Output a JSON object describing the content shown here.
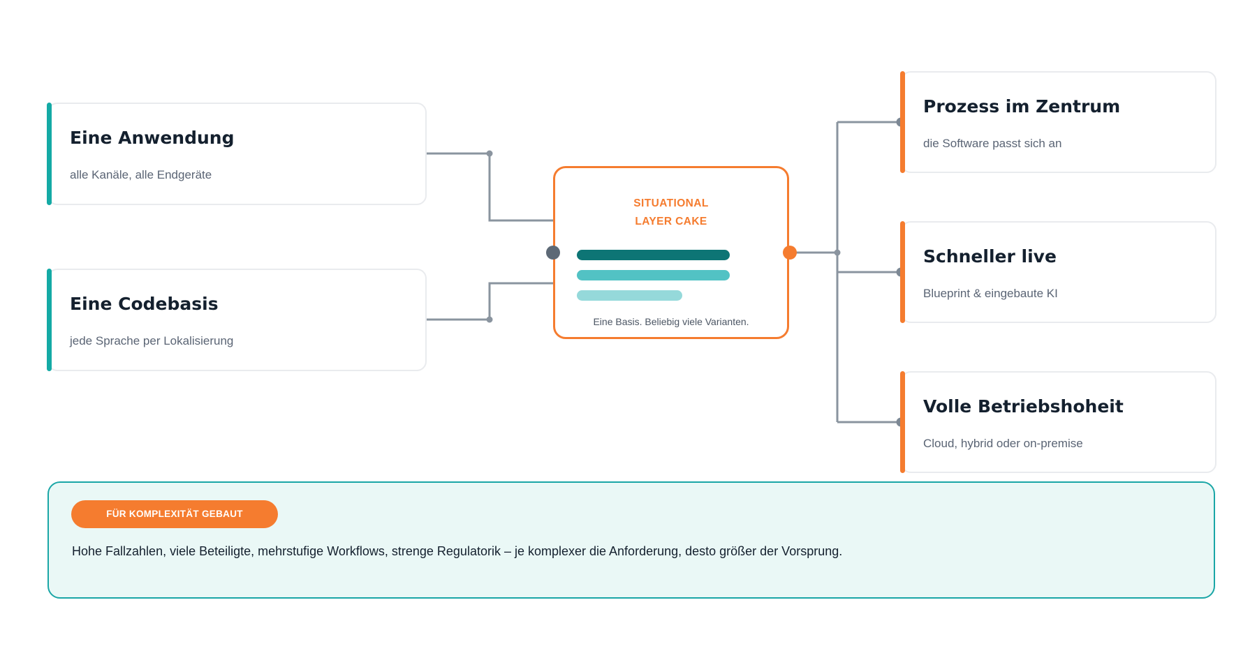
{
  "left_cards": [
    {
      "title": "Eine Anwendung",
      "subtitle": "alle Kanäle, alle Endgeräte"
    },
    {
      "title": "Eine Codebasis",
      "subtitle": "jede Sprache per Lokalisierung"
    }
  ],
  "center": {
    "title_line1": "SITUATIONAL",
    "title_line2": "LAYER CAKE",
    "caption": "Eine Basis. Beliebig viele Varianten."
  },
  "right_cards": [
    {
      "title": "Prozess im Zentrum",
      "subtitle": "die Software passt sich an"
    },
    {
      "title": "Schneller live",
      "subtitle": "Blueprint & eingebaute KI"
    },
    {
      "title": "Volle Betriebshoheit",
      "subtitle": "Cloud, hybrid oder on-premise"
    }
  ],
  "banner": {
    "badge": "FÜR KOMPLEXITÄT GEBAUT",
    "text": "Hohe Fallzahlen, viele Beteiligte, mehrstufige Workflows, strenge Regulatorik – je komplexer die Anforderung, desto größer der Vorsprung."
  },
  "colors": {
    "teal_accent": "#14aaa5",
    "orange_accent": "#f57c2f",
    "connector": "#8a949f",
    "layer_dark": "#0d7575",
    "layer_mid": "#52c2c4",
    "layer_light": "#95d9da",
    "banner_bg": "#eaf8f6"
  }
}
